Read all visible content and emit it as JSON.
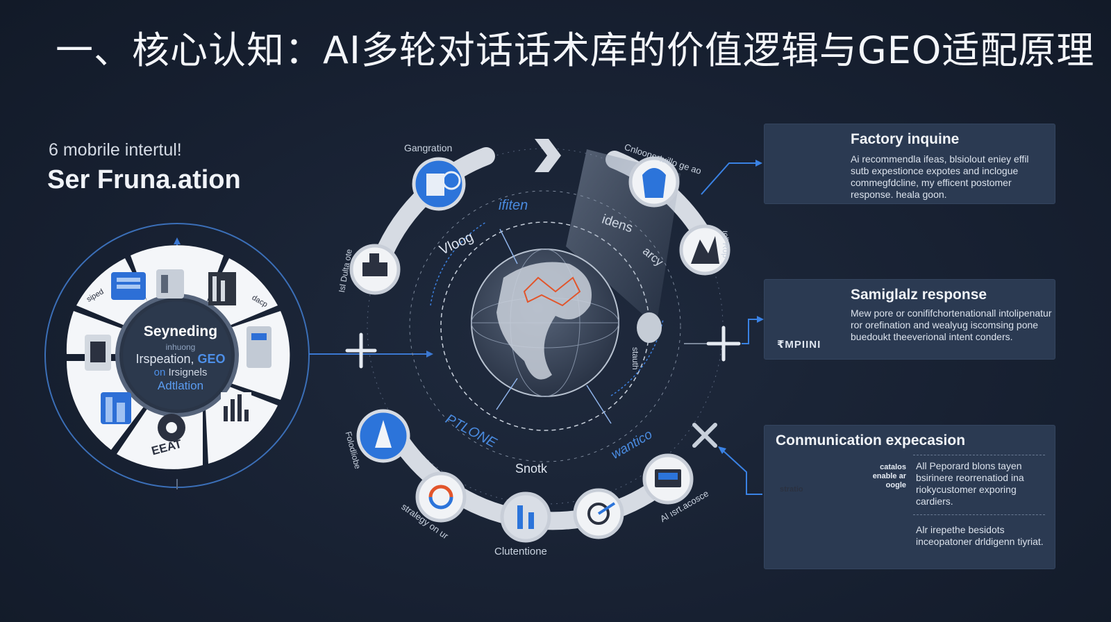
{
  "title": "一、核心认知：AI多轮对话话术库的价值逻辑与GEO适配原理",
  "left": {
    "kicker": "6 mobrile intertul!",
    "heading": "Ser Fruna.ation"
  },
  "ring": {
    "line1": "Seyneding",
    "line2": "inhuong",
    "line3_a": "Irspeation,",
    "line3_b": "GEO",
    "line4_a": "on",
    "line4_b": "Irsignels",
    "line5": "Adtlation",
    "segment_labels": [
      "siped",
      "dacp",
      "EEAT"
    ]
  },
  "cycle": {
    "labels": {
      "gangration": "Gangration",
      "cnloon": "Cnloonertuillo ge ao",
      "right_vertical": "ıcl' Rop",
      "left_vertical": "Isl Dulta ote",
      "fiten": "ifiten",
      "vloog": "Vloog",
      "iden": "idens",
      "arcy": "arcy",
      "ptlone": "PTLONE",
      "writico": "wantico",
      "snotk": "Snotk",
      "stath": "stauth",
      "folo": "Folodliobe",
      "strategy": "stralegy on ur",
      "ai_bottom": "Al ısrt.acosce",
      "clutention": "Clutentione"
    }
  },
  "cards": [
    {
      "title": "Factory inquine",
      "body": "Ai recommendla ifeas, blsiolout eniey effil sutb expestionce expotes and inclogue commegfdcline, my efficent postomer response. heala goon.",
      "icon": "building-icon"
    },
    {
      "title": "Samiglalz response",
      "body": "Mew pore or conififchortenationall intolipenatur ror orefination and wealyug iscomsing pone buedoukt theeverional intent conders.",
      "icon_label": "₹MPIINI",
      "icon": "bar-chart-icon"
    },
    {
      "title": "Conmunication expecasion",
      "body1": "All Peporard blons tayen bsirinere reorrenatiod ina riokycustomer exporing cardiers.",
      "body2": "Alr irepethe besidots inceopatoner drldigenn tiyriat.",
      "mini1": "stratio",
      "mini2": "catalos enable ar oogle",
      "icon": "network-icon"
    }
  ],
  "colors": {
    "background": "#1a2233",
    "accent_blue": "#2f7be3",
    "card_bg": "#2b3a52",
    "orange": "#e2552b"
  }
}
